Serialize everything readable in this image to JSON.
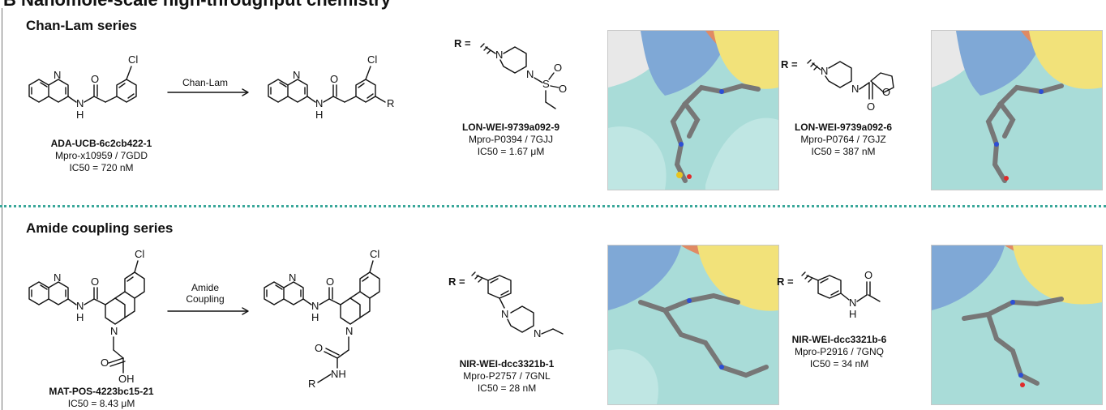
{
  "figure_title": "B  Nanomole-scale high-throughput chemistry",
  "top": {
    "series_title": "Chan-Lam series",
    "arrow_label": "Chan-Lam",
    "start_compound": {
      "id": "ADA-UCB-6c2cb422-1",
      "line2": "Mpro-x10959 / 7GDD",
      "line3": "IC50 = 720 nM"
    },
    "r1": {
      "r_label": "R =",
      "id": "LON-WEI-9739a092-9",
      "line2": "Mpro-P0394 / 7GJJ",
      "line3": "IC50 = 1.67 μM"
    },
    "r2": {
      "r_label": "R =",
      "id": "LON-WEI-9739a092-6",
      "line2": "Mpro-P0764 / 7GJZ",
      "line3": "IC50 = 387 nM"
    }
  },
  "bottom": {
    "series_title": "Amide coupling series",
    "arrow_label_line1": "Amide",
    "arrow_label_line2": "Coupling",
    "start_compound": {
      "id": "MAT-POS-4223bc15-21",
      "line2": "IC50 = 8.43 μM"
    },
    "r1": {
      "r_label": "R =",
      "id": "NIR-WEI-dcc3321b-1",
      "line2": "Mpro-P2757 / 7GNL",
      "line3": "IC50 = 28 nM"
    },
    "r2": {
      "r_label": "R =",
      "id": "NIR-WEI-dcc3321b-6",
      "line2": "Mpro-P2916 / 7GNQ",
      "line3": "IC50 = 34 nM"
    }
  },
  "atoms": {
    "N": "N",
    "H": "H",
    "O": "O",
    "Cl": "Cl",
    "S": "S",
    "R": "R",
    "OH": "OH",
    "NH": "NH"
  },
  "colors": {
    "divider": "#3aa79a",
    "surface_cyan": "#a9dcd8",
    "surface_blue": "#7fa8d6",
    "surface_yellow": "#f2e27a",
    "surface_orange": "#e08a64",
    "ligand_grey": "#777777",
    "nitrogen_blue": "#2c4fd6",
    "oxygen_red": "#e02b2b",
    "sulfur_yellow": "#e8c520"
  }
}
